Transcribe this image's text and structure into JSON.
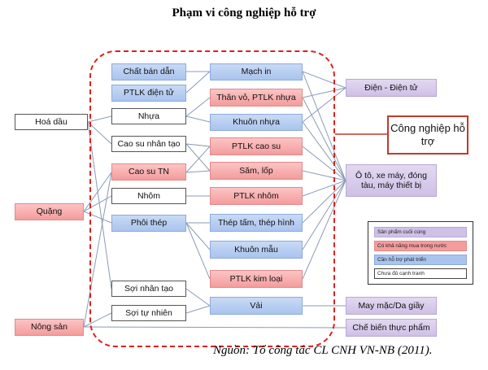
{
  "title": "Phạm vi công nghiệp hỗ trợ",
  "source": "Nguồn: Tổ công tác CL CNH VN-NB (2011).",
  "support_label": "Công nghiệp hỗ trợ",
  "nodes": {
    "hoa_dau": "Hoá dầu",
    "quang": "Quặng",
    "nong_san": "Nông sản",
    "chat_ban_dan": "Chất bán dẫn",
    "ptlk_dien_tu": "PTLK điện tử",
    "nhua": "Nhựa",
    "cao_su_nhan_tao": "Cao su nhân tạo",
    "cao_su_tn": "Cao su TN",
    "nhom": "Nhôm",
    "phoi_thep": "Phôi thép",
    "soi_nhan_tao": "Sợi nhân tạo",
    "soi_tu_nhien": "Sợi tự nhiên",
    "mach_in": "Mạch in",
    "than_vo": "Thân vỏ, PTLK nhựa",
    "khuon_nhua": "Khuôn nhựa",
    "ptlk_cao_su": "PTLK cao su",
    "sam_lop": "Săm, lốp",
    "ptlk_nhom": "PTLK nhôm",
    "thep_tam": "Thép tấm, thép hình",
    "khuon_mau": "Khuôn mẫu",
    "ptlk_kim_loai": "PTLK kim loại",
    "vai": "Vải",
    "dien_tu": "Điện - Điện tử",
    "oto": "Ô tô, xe máy, đóng tàu, máy thiết bị",
    "may_mac": "May mặc/Da giầy",
    "che_bien": "Chế biến thực phẩm"
  },
  "legend": [
    {
      "label": "Sản phẩm cuối cùng",
      "color": "#cfc0e6"
    },
    {
      "label": "Có khả năng mua trong nước",
      "color": "#f49c9c"
    },
    {
      "label": "Cần hỗ trợ phát triển",
      "color": "#a9c4ee"
    },
    {
      "label": "Chưa đủ cạnh tranh",
      "color": "#ffffff"
    }
  ]
}
